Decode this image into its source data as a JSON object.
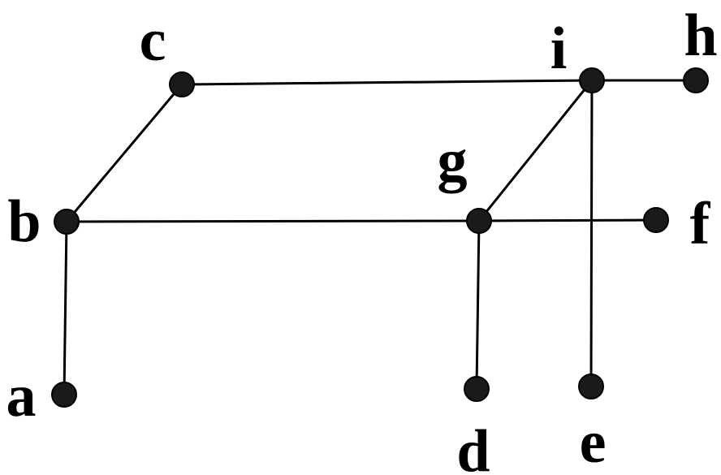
{
  "style": {
    "edge_color": "#000000",
    "node_color": "#1a1a1a",
    "label_color": "#000000",
    "background": "#ffffff"
  },
  "nodes": [
    {
      "id": "a",
      "label": "a"
    },
    {
      "id": "b",
      "label": "b"
    },
    {
      "id": "c",
      "label": "c"
    },
    {
      "id": "d",
      "label": "d"
    },
    {
      "id": "e",
      "label": "e"
    },
    {
      "id": "f",
      "label": "f"
    },
    {
      "id": "g",
      "label": "g"
    },
    {
      "id": "h",
      "label": "h"
    },
    {
      "id": "i",
      "label": "i"
    }
  ],
  "edges": [
    [
      "a",
      "b"
    ],
    [
      "b",
      "c"
    ],
    [
      "b",
      "g"
    ],
    [
      "c",
      "i"
    ],
    [
      "i",
      "h"
    ],
    [
      "i",
      "g"
    ],
    [
      "i",
      "e"
    ],
    [
      "g",
      "f"
    ],
    [
      "g",
      "d"
    ]
  ]
}
